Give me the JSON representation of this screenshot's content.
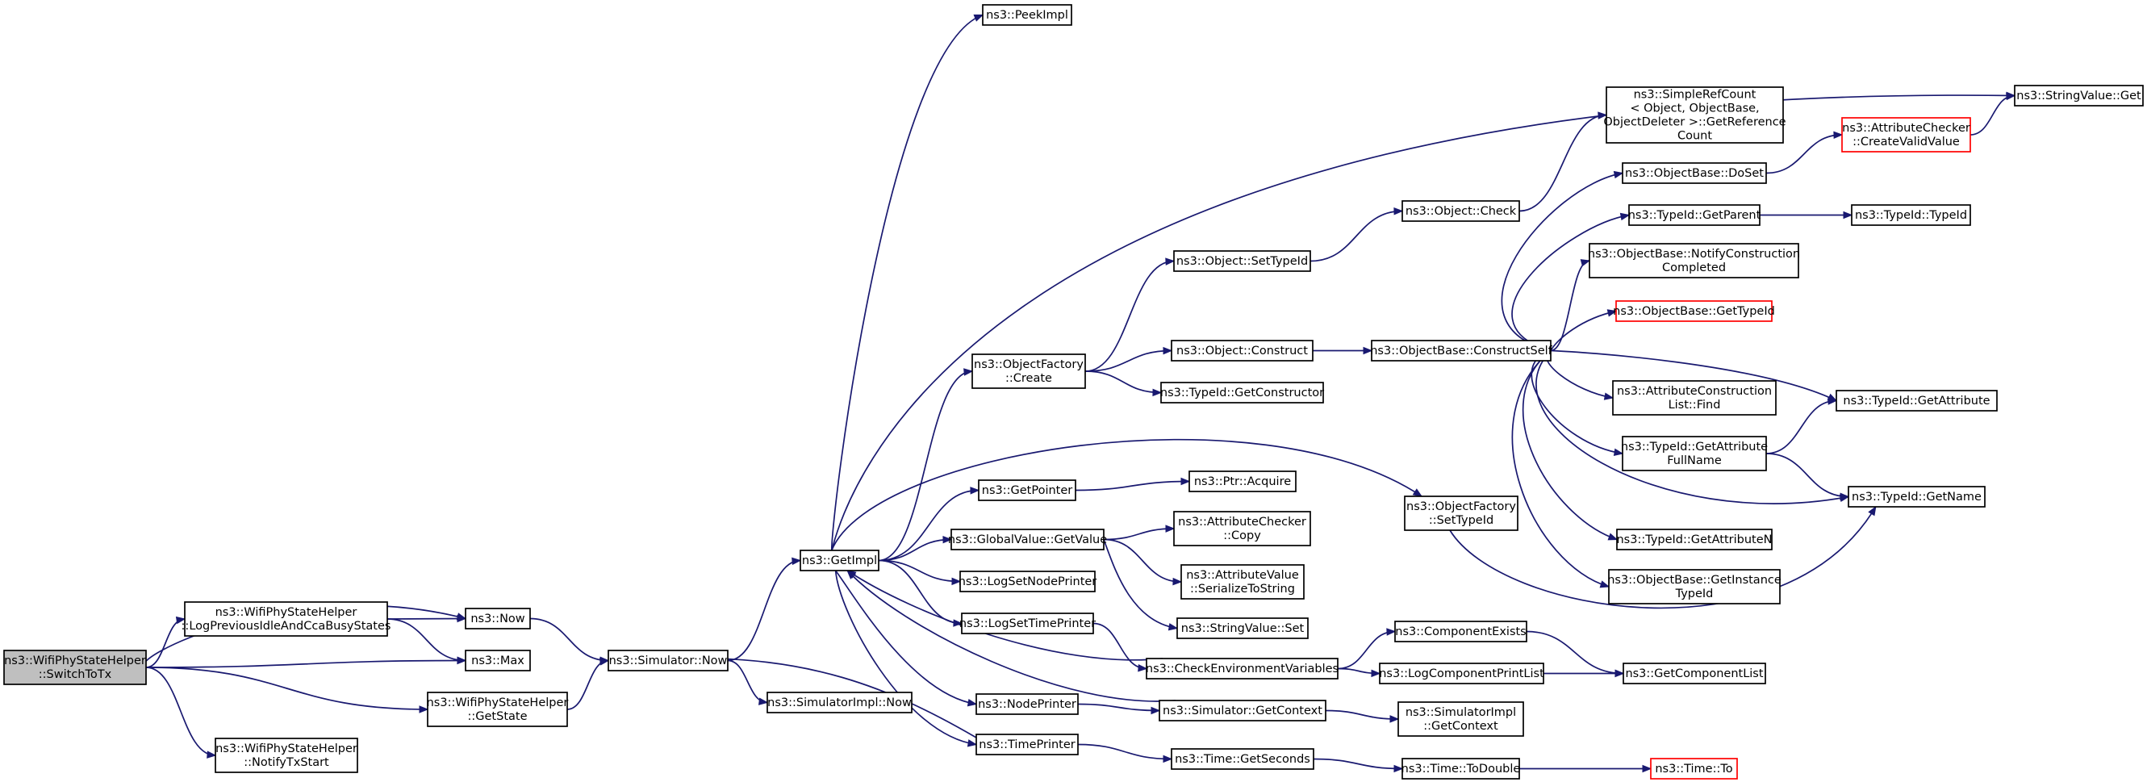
{
  "graph": {
    "colors": {
      "edge": "#191970",
      "node_border": "#000000",
      "highlight_border": "#ff0000",
      "root_fill": "#bfbfbf"
    },
    "nodes": [
      {
        "id": "switchtotx",
        "lines": [
          "ns3::WifiPhyStateHelper",
          "::SwitchToTx"
        ],
        "style": "root"
      },
      {
        "id": "logprev",
        "lines": [
          "ns3::WifiPhyStateHelper",
          "::LogPreviousIdleAndCcaBusyStates"
        ]
      },
      {
        "id": "now",
        "lines": [
          "ns3::Now"
        ]
      },
      {
        "id": "max",
        "lines": [
          "ns3::Max"
        ]
      },
      {
        "id": "getstate",
        "lines": [
          "ns3::WifiPhyStateHelper",
          "::GetState"
        ]
      },
      {
        "id": "notifytx",
        "lines": [
          "ns3::WifiPhyStateHelper",
          "::NotifyTxStart"
        ]
      },
      {
        "id": "simnow",
        "lines": [
          "ns3::Simulator::Now"
        ]
      },
      {
        "id": "getimpl",
        "lines": [
          "ns3::GetImpl"
        ]
      },
      {
        "id": "simimplnow",
        "lines": [
          "ns3::SimulatorImpl::Now"
        ]
      },
      {
        "id": "peekimpl",
        "lines": [
          "ns3::PeekImpl"
        ]
      },
      {
        "id": "ofcreate",
        "lines": [
          "ns3::ObjectFactory",
          "::Create"
        ]
      },
      {
        "id": "getpointer",
        "lines": [
          "ns3::GetPointer"
        ]
      },
      {
        "id": "gvgetvalue",
        "lines": [
          "ns3::GlobalValue::GetValue"
        ]
      },
      {
        "id": "logsetnode",
        "lines": [
          "ns3::LogSetNodePrinter"
        ]
      },
      {
        "id": "logsettime",
        "lines": [
          "ns3::LogSetTimePrinter"
        ]
      },
      {
        "id": "nodeprinter",
        "lines": [
          "ns3::NodePrinter"
        ]
      },
      {
        "id": "timeprinter",
        "lines": [
          "ns3::TimePrinter"
        ]
      },
      {
        "id": "stringvalueget",
        "lines": [
          "ns3::StringValue::Get"
        ]
      },
      {
        "id": "objsettypeid",
        "lines": [
          "ns3::Object::SetTypeId"
        ]
      },
      {
        "id": "objconstruct",
        "lines": [
          "ns3::Object::Construct"
        ]
      },
      {
        "id": "getconstructor",
        "lines": [
          "ns3::TypeId::GetConstructor"
        ]
      },
      {
        "id": "ptracquire",
        "lines": [
          "ns3::Ptr::Acquire"
        ]
      },
      {
        "id": "accopy",
        "lines": [
          "ns3::AttributeChecker",
          "::Copy"
        ]
      },
      {
        "id": "avserialize",
        "lines": [
          "ns3::AttributeValue",
          "::SerializeToString"
        ]
      },
      {
        "id": "svset",
        "lines": [
          "ns3::StringValue::Set"
        ]
      },
      {
        "id": "checkenv",
        "lines": [
          "ns3::CheckEnvironmentVariables"
        ]
      },
      {
        "id": "simgetcontext",
        "lines": [
          "ns3::Simulator::GetContext"
        ]
      },
      {
        "id": "timegetseconds",
        "lines": [
          "ns3::Time::GetSeconds"
        ]
      },
      {
        "id": "objcheck",
        "lines": [
          "ns3::Object::Check"
        ]
      },
      {
        "id": "obconstructself",
        "lines": [
          "ns3::ObjectBase::ConstructSelf"
        ]
      },
      {
        "id": "ofsettypeid",
        "lines": [
          "ns3::ObjectFactory",
          "::SetTypeId"
        ]
      },
      {
        "id": "compexists",
        "lines": [
          "ns3::ComponentExists"
        ]
      },
      {
        "id": "logcompprint",
        "lines": [
          "ns3::LogComponentPrintList"
        ]
      },
      {
        "id": "simimplgetctx",
        "lines": [
          "ns3::SimulatorImpl",
          "::GetContext"
        ]
      },
      {
        "id": "timetodouble",
        "lines": [
          "ns3::Time::ToDouble"
        ]
      },
      {
        "id": "simplerefcount",
        "lines": [
          "ns3::SimpleRefCount",
          "< Object, ObjectBase,",
          "ObjectDeleter >::GetReference",
          "Count"
        ]
      },
      {
        "id": "obdoset",
        "lines": [
          "ns3::ObjectBase::DoSet"
        ]
      },
      {
        "id": "tidgetparent",
        "lines": [
          "ns3::TypeId::GetParent"
        ]
      },
      {
        "id": "obnotify",
        "lines": [
          "ns3::ObjectBase::NotifyConstruction",
          "Completed"
        ]
      },
      {
        "id": "obgettypeid",
        "lines": [
          "ns3::ObjectBase::GetTypeId"
        ],
        "style": "red"
      },
      {
        "id": "acfind",
        "lines": [
          "ns3::AttributeConstruction",
          "List::Find"
        ]
      },
      {
        "id": "tidgetattrfull",
        "lines": [
          "ns3::TypeId::GetAttribute",
          "FullName"
        ]
      },
      {
        "id": "tidgetattrn",
        "lines": [
          "ns3::TypeId::GetAttributeN"
        ]
      },
      {
        "id": "obgetinstance",
        "lines": [
          "ns3::ObjectBase::GetInstance",
          "TypeId"
        ]
      },
      {
        "id": "getcomplist",
        "lines": [
          "ns3::GetComponentList"
        ]
      },
      {
        "id": "timeto",
        "lines": [
          "ns3::Time::To"
        ],
        "style": "red"
      },
      {
        "id": "accreatevalid",
        "lines": [
          "ns3::AttributeChecker",
          "::CreateValidValue"
        ],
        "style": "red"
      },
      {
        "id": "tidtypeid",
        "lines": [
          "ns3::TypeId::TypeId"
        ]
      },
      {
        "id": "tidgetattribute",
        "lines": [
          "ns3::TypeId::GetAttribute"
        ]
      },
      {
        "id": "tidgetname",
        "lines": [
          "ns3::TypeId::GetName"
        ]
      }
    ],
    "edges": [
      [
        "switchtotx",
        "logprev"
      ],
      [
        "switchtotx",
        "now"
      ],
      [
        "switchtotx",
        "max"
      ],
      [
        "switchtotx",
        "getstate"
      ],
      [
        "switchtotx",
        "notifytx"
      ],
      [
        "logprev",
        "now"
      ],
      [
        "logprev",
        "max"
      ],
      [
        "now",
        "simnow"
      ],
      [
        "getstate",
        "simnow"
      ],
      [
        "simnow",
        "getimpl"
      ],
      [
        "simnow",
        "simimplnow"
      ],
      [
        "getimpl",
        "peekimpl"
      ],
      [
        "getimpl",
        "stringvalueget"
      ],
      [
        "getimpl",
        "ofcreate"
      ],
      [
        "getimpl",
        "ofsettypeid"
      ],
      [
        "getimpl",
        "getpointer"
      ],
      [
        "getimpl",
        "gvgetvalue"
      ],
      [
        "getimpl",
        "logsetnode"
      ],
      [
        "getimpl",
        "logsettime"
      ],
      [
        "getimpl",
        "nodeprinter"
      ],
      [
        "getimpl",
        "timeprinter"
      ],
      [
        "ofcreate",
        "objsettypeid"
      ],
      [
        "ofcreate",
        "objconstruct"
      ],
      [
        "ofcreate",
        "getconstructor"
      ],
      [
        "objsettypeid",
        "objcheck"
      ],
      [
        "objcheck",
        "simplerefcount"
      ],
      [
        "objconstruct",
        "obconstructself"
      ],
      [
        "obconstructself",
        "obdoset"
      ],
      [
        "obconstructself",
        "tidgetparent"
      ],
      [
        "obconstructself",
        "obnotify"
      ],
      [
        "obconstructself",
        "obgettypeid"
      ],
      [
        "obconstructself",
        "tidgetattribute"
      ],
      [
        "obconstructself",
        "acfind"
      ],
      [
        "obconstructself",
        "tidgetattrfull"
      ],
      [
        "obconstructself",
        "tidgetname"
      ],
      [
        "obconstructself",
        "tidgetattrn"
      ],
      [
        "obconstructself",
        "obgetinstance"
      ],
      [
        "obdoset",
        "accreatevalid"
      ],
      [
        "accreatevalid",
        "stringvalueget"
      ],
      [
        "tidgetparent",
        "tidtypeid"
      ],
      [
        "tidgetattrfull",
        "tidgetattribute"
      ],
      [
        "tidgetattrfull",
        "tidgetname"
      ],
      [
        "ofsettypeid",
        "tidgetname"
      ],
      [
        "getpointer",
        "ptracquire"
      ],
      [
        "gvgetvalue",
        "accopy"
      ],
      [
        "gvgetvalue",
        "avserialize"
      ],
      [
        "gvgetvalue",
        "svset"
      ],
      [
        "logsettime",
        "checkenv"
      ],
      [
        "checkenv",
        "getimpl"
      ],
      [
        "checkenv",
        "compexists"
      ],
      [
        "checkenv",
        "logcompprint"
      ],
      [
        "compexists",
        "getcomplist"
      ],
      [
        "logcompprint",
        "getcomplist"
      ],
      [
        "nodeprinter",
        "simgetcontext"
      ],
      [
        "simgetcontext",
        "getimpl"
      ],
      [
        "simgetcontext",
        "simimplgetctx"
      ],
      [
        "timeprinter",
        "simnow"
      ],
      [
        "timeprinter",
        "timegetseconds"
      ],
      [
        "timegetseconds",
        "timetodouble"
      ],
      [
        "timetodouble",
        "timeto"
      ]
    ]
  }
}
